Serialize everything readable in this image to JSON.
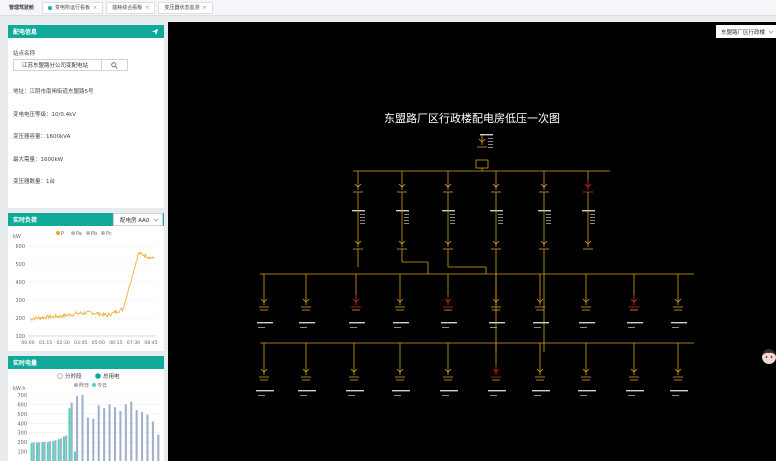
{
  "tabs": [
    {
      "label": "管理驾驶舱",
      "active": false,
      "closable": false
    },
    {
      "label": "变电所运行看板",
      "active": true,
      "closable": true
    },
    {
      "label": "能耗综合看板",
      "active": false,
      "closable": true
    },
    {
      "label": "变压器状态监测",
      "active": false,
      "closable": true
    }
  ],
  "info": {
    "header": "配电信息",
    "station_label": "站点名称",
    "station_value": "江苏东盟路分公司变配电站",
    "address": "地址：江阴市南闸街道东盟路5号",
    "voltage": "变电电压等级：10/0.4kV",
    "capacity": "变压器容量：1600kVA",
    "max_demand": "最大需量：1600kW",
    "transformer_count": "变压器数量：1台"
  },
  "load": {
    "header": "实时负荷",
    "selector": "配电房 AA0",
    "unit": "kW",
    "legend": [
      "P",
      "Pa",
      "Pb",
      "Pc"
    ],
    "colors": {
      "P": "#f5a623",
      "Pa": "#b9b9b9",
      "Pb": "#b9b9b9",
      "Pc": "#b9b9b9"
    },
    "y_ticks": [
      "600",
      "500",
      "400",
      "300",
      "200",
      "100"
    ],
    "x_ticks": [
      "00:00",
      "01:15",
      "02:30",
      "03:45",
      "05:00",
      "06:15",
      "07:30",
      "08:45"
    ]
  },
  "energy": {
    "header": "实时电量",
    "radio_options": [
      "分时段",
      "总用电"
    ],
    "selected": "总用电",
    "unit": "kW·h",
    "legend": [
      "昨日",
      "今日"
    ],
    "colors": {
      "昨日": "#9fb0cc",
      "今日": "#4fd6b5"
    },
    "y_ticks": [
      "700",
      "600",
      "500",
      "400",
      "300",
      "200",
      "100"
    ]
  },
  "chart_data": [
    {
      "type": "line",
      "title": "",
      "ylabel": "kW",
      "ylim": [
        100,
        600
      ],
      "x": [
        "00:00",
        "01:15",
        "02:30",
        "03:45",
        "05:00",
        "06:15",
        "07:30",
        "08:45"
      ],
      "series": [
        {
          "name": "P",
          "values": [
            195,
            205,
            210,
            225,
            230,
            215,
            250,
            560,
            530
          ]
        }
      ]
    },
    {
      "type": "bar",
      "title": "",
      "ylabel": "kW·h",
      "ylim": [
        0,
        700
      ],
      "series": [
        {
          "name": "昨日",
          "values": [
            200,
            200,
            205,
            210,
            220,
            240,
            270,
            620,
            690,
            700,
            460,
            450,
            590,
            560,
            600,
            570,
            530,
            600,
            630,
            540,
            520,
            490,
            420,
            280
          ]
        },
        {
          "name": "今日",
          "values": [
            190,
            195,
            200,
            200,
            210,
            230,
            260,
            560,
            100
          ]
        }
      ]
    }
  ],
  "diagram": {
    "title": "东盟路厂区行政楼配电房低压一次图",
    "window_selector": "东盟路厂区行政楼"
  }
}
